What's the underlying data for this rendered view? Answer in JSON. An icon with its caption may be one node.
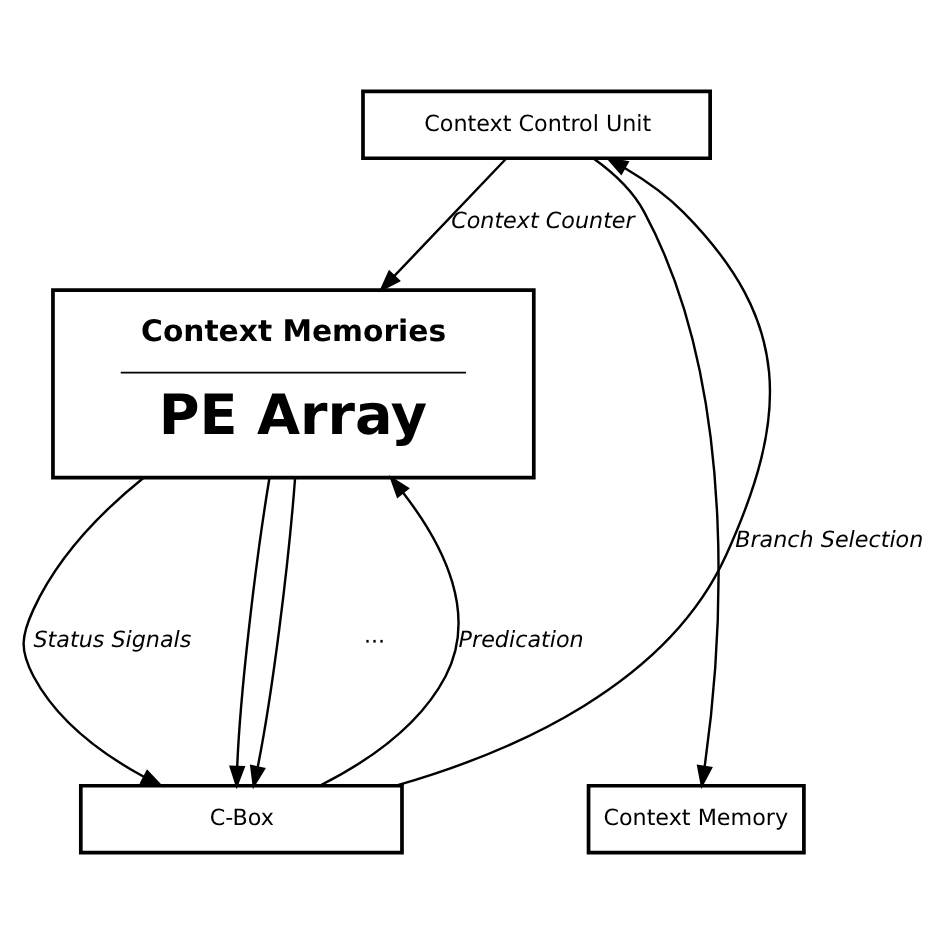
{
  "diagram": {
    "nodes": [
      {
        "text": [
          "Context Control Unit"
        ]
      },
      {
        "text": [
          "Context Memories",
          "PE Array"
        ]
      },
      {
        "text": [
          "C-Box"
        ]
      },
      {
        "text": [
          "Context Memory"
        ]
      }
    ],
    "edges": [
      {
        "from": 0,
        "to": 1,
        "arrow": "to",
        "label": "Context Counter"
      },
      {
        "from": 0,
        "to": 3,
        "arrow": "to"
      },
      {
        "from": 1,
        "to": 2,
        "arrow": "to",
        "label": "Status Signals"
      },
      {
        "from": 1,
        "to": 2,
        "arrow": "to"
      },
      {
        "from": 1,
        "to": 2,
        "arrow": "to"
      },
      {
        "from": 2,
        "to": 1,
        "arrow": "to",
        "label": "Predication"
      },
      {
        "from": 2,
        "to": 0,
        "arrow": "to",
        "label": "Branch Selection"
      }
    ],
    "labels": [
      "···"
    ]
  }
}
